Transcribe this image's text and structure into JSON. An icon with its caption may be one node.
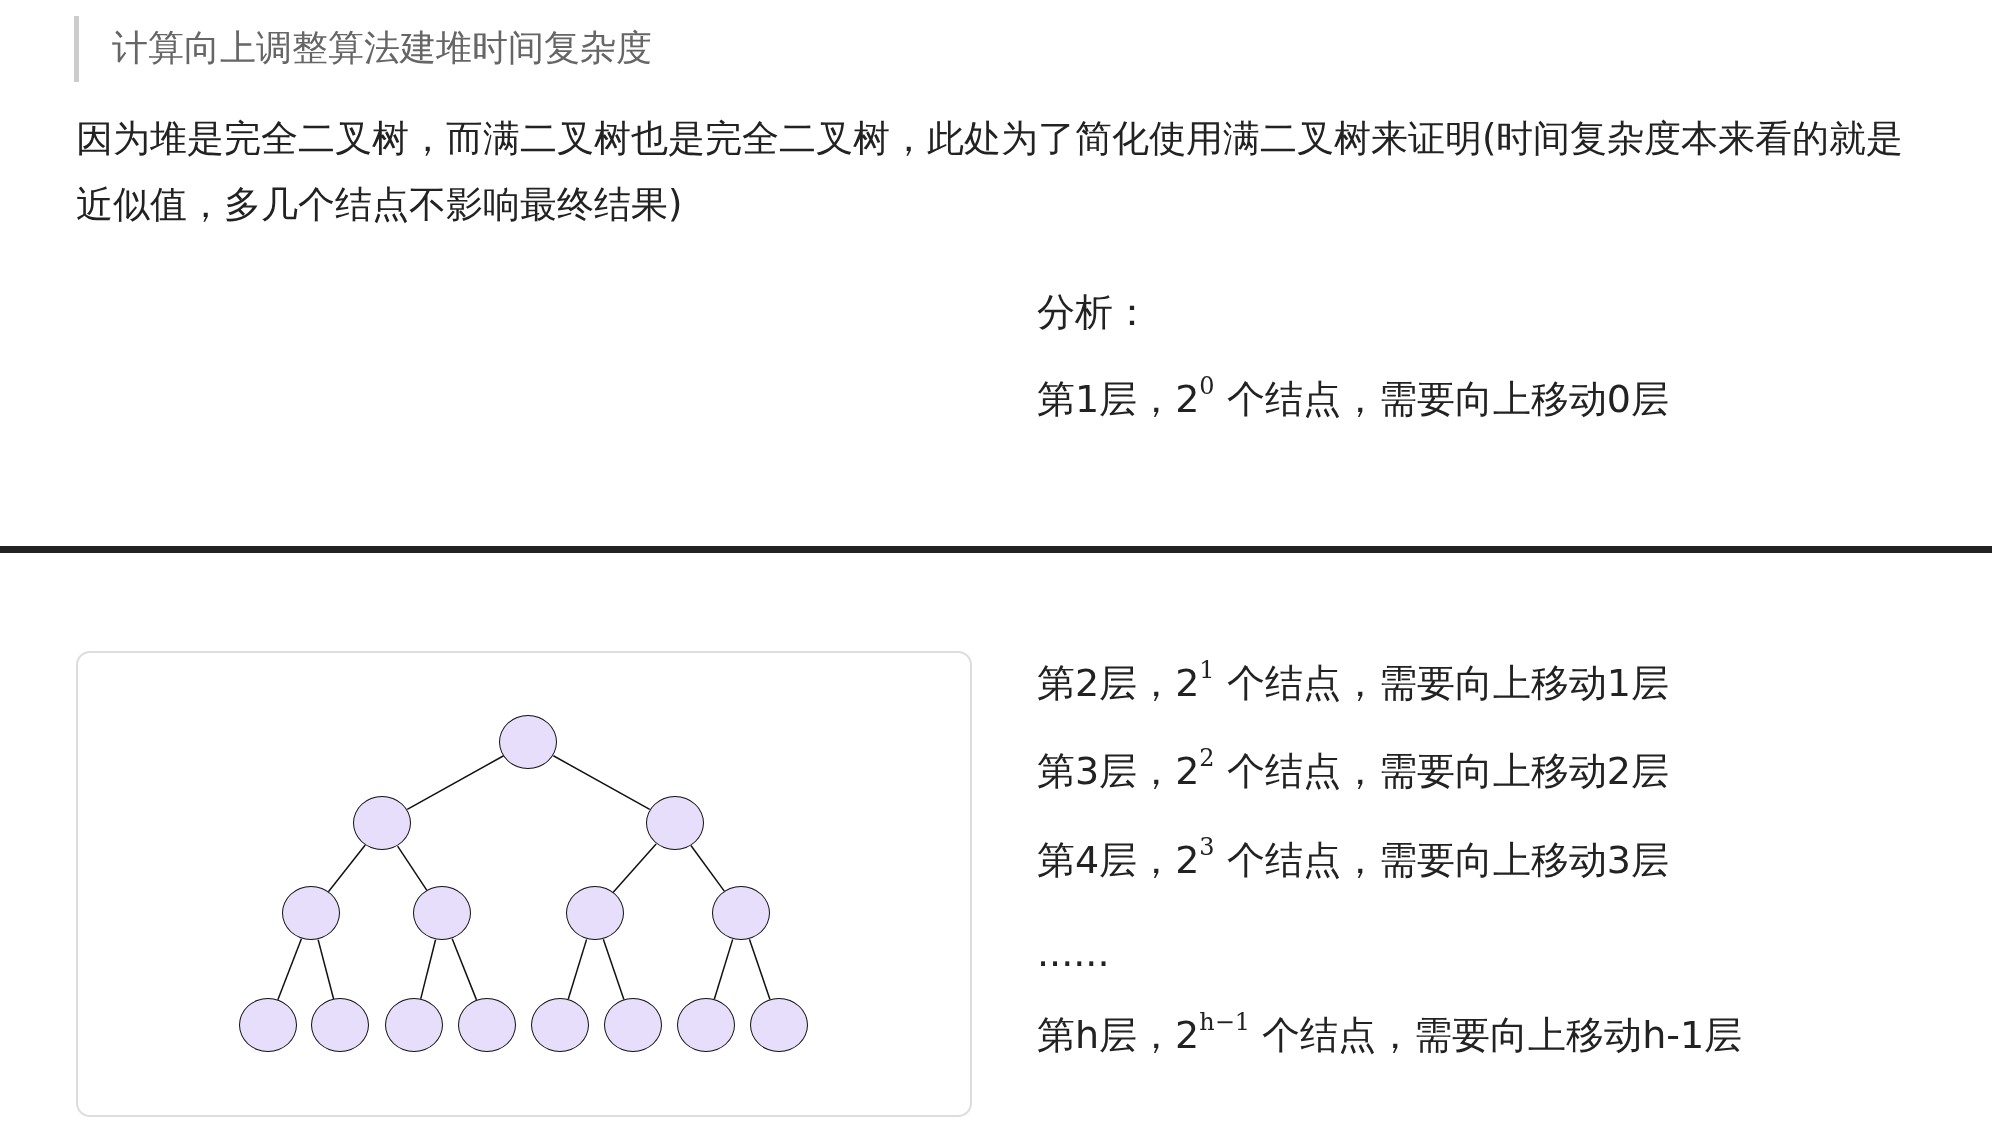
{
  "diagram": {
    "title": "计算向上调整算法建堆时间复杂度",
    "nodes": [
      {
        "text": [],
        "shape": "circle"
      },
      {
        "text": [],
        "shape": "circle"
      },
      {
        "text": [],
        "shape": "circle"
      },
      {
        "text": [],
        "shape": "circle"
      },
      {
        "text": [],
        "shape": "circle"
      },
      {
        "text": [],
        "shape": "circle"
      },
      {
        "text": [],
        "shape": "circle"
      },
      {
        "text": [],
        "shape": "circle"
      },
      {
        "text": [],
        "shape": "circle"
      },
      {
        "text": [],
        "shape": "circle"
      },
      {
        "text": [],
        "shape": "circle"
      },
      {
        "text": [],
        "shape": "circle"
      },
      {
        "text": [],
        "shape": "circle"
      },
      {
        "text": [],
        "shape": "circle"
      },
      {
        "text": [],
        "shape": "circle"
      }
    ],
    "edges": [
      {
        "from": 0,
        "to": 1,
        "arrow": "none"
      },
      {
        "from": 0,
        "to": 2,
        "arrow": "none"
      },
      {
        "from": 1,
        "to": 3,
        "arrow": "none"
      },
      {
        "from": 1,
        "to": 4,
        "arrow": "none"
      },
      {
        "from": 2,
        "to": 5,
        "arrow": "none"
      },
      {
        "from": 2,
        "to": 6,
        "arrow": "none"
      },
      {
        "from": 3,
        "to": 7,
        "arrow": "none"
      },
      {
        "from": 3,
        "to": 8,
        "arrow": "none"
      },
      {
        "from": 4,
        "to": 9,
        "arrow": "none"
      },
      {
        "from": 4,
        "to": 10,
        "arrow": "none"
      },
      {
        "from": 5,
        "to": 11,
        "arrow": "none"
      },
      {
        "from": 5,
        "to": 12,
        "arrow": "none"
      },
      {
        "from": 6,
        "to": 13,
        "arrow": "none"
      },
      {
        "from": 6,
        "to": 14,
        "arrow": "none"
      }
    ],
    "labels": [
      "因为堆是完全二叉树，而满二叉树也是完全二叉树，此处为了简化使用满二叉树来证明(时间复杂度本来看的就是近似值，多几个结点不影响最终结果)",
      "分析：",
      "第1层，2$^{0}$ 个结点，需要向上移动0层",
      "第2层，2$^{1}$ 个结点，需要向上移动1层",
      "第3层，2$^{2}$ 个结点，需要向上移动2层",
      "第4层，2$^{3}$ 个结点，需要向上移动3层",
      "......",
      "第h层，2$^{h−1}$ 个结点，需要向上移动h-1层"
    ]
  }
}
